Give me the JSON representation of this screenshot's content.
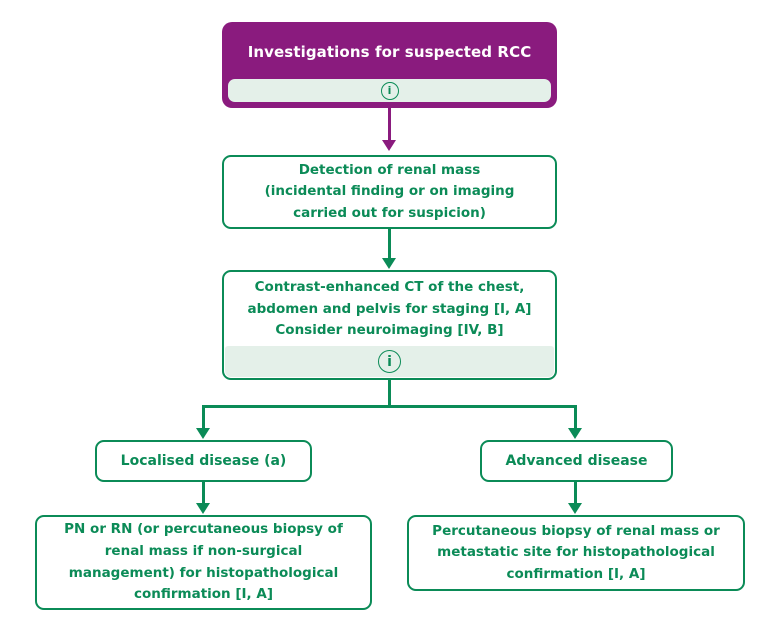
{
  "palette": {
    "purple": "#8A1B7E",
    "green": "#0B8B57",
    "mint": "#E4F0E9",
    "background": "#FFFFFF"
  },
  "flowchart": {
    "header": {
      "title": "Investigations for suspected RCC",
      "info_icon_glyph": "i"
    },
    "detection": {
      "text": "Detection of renal mass\n(incidental finding or on imaging\ncarried out for suspicion)"
    },
    "staging": {
      "text": "Contrast-enhanced CT of the chest,\nabdomen and pelvis for staging [I, A]\nConsider neuroimaging [IV, B]",
      "info_icon_glyph": "i"
    },
    "branches": {
      "localised": {
        "label": "Localised disease (a)"
      },
      "advanced": {
        "label": "Advanced disease"
      }
    },
    "actions": {
      "localised": {
        "text": "PN or RN (or percutaneous biopsy of\nrenal mass if non-surgical\nmanagement) for histopathological\nconfirmation [I, A]"
      },
      "advanced": {
        "text": "Percutaneous biopsy of renal mass or\nmetastatic site for histopathological\nconfirmation [I, A]"
      }
    }
  }
}
